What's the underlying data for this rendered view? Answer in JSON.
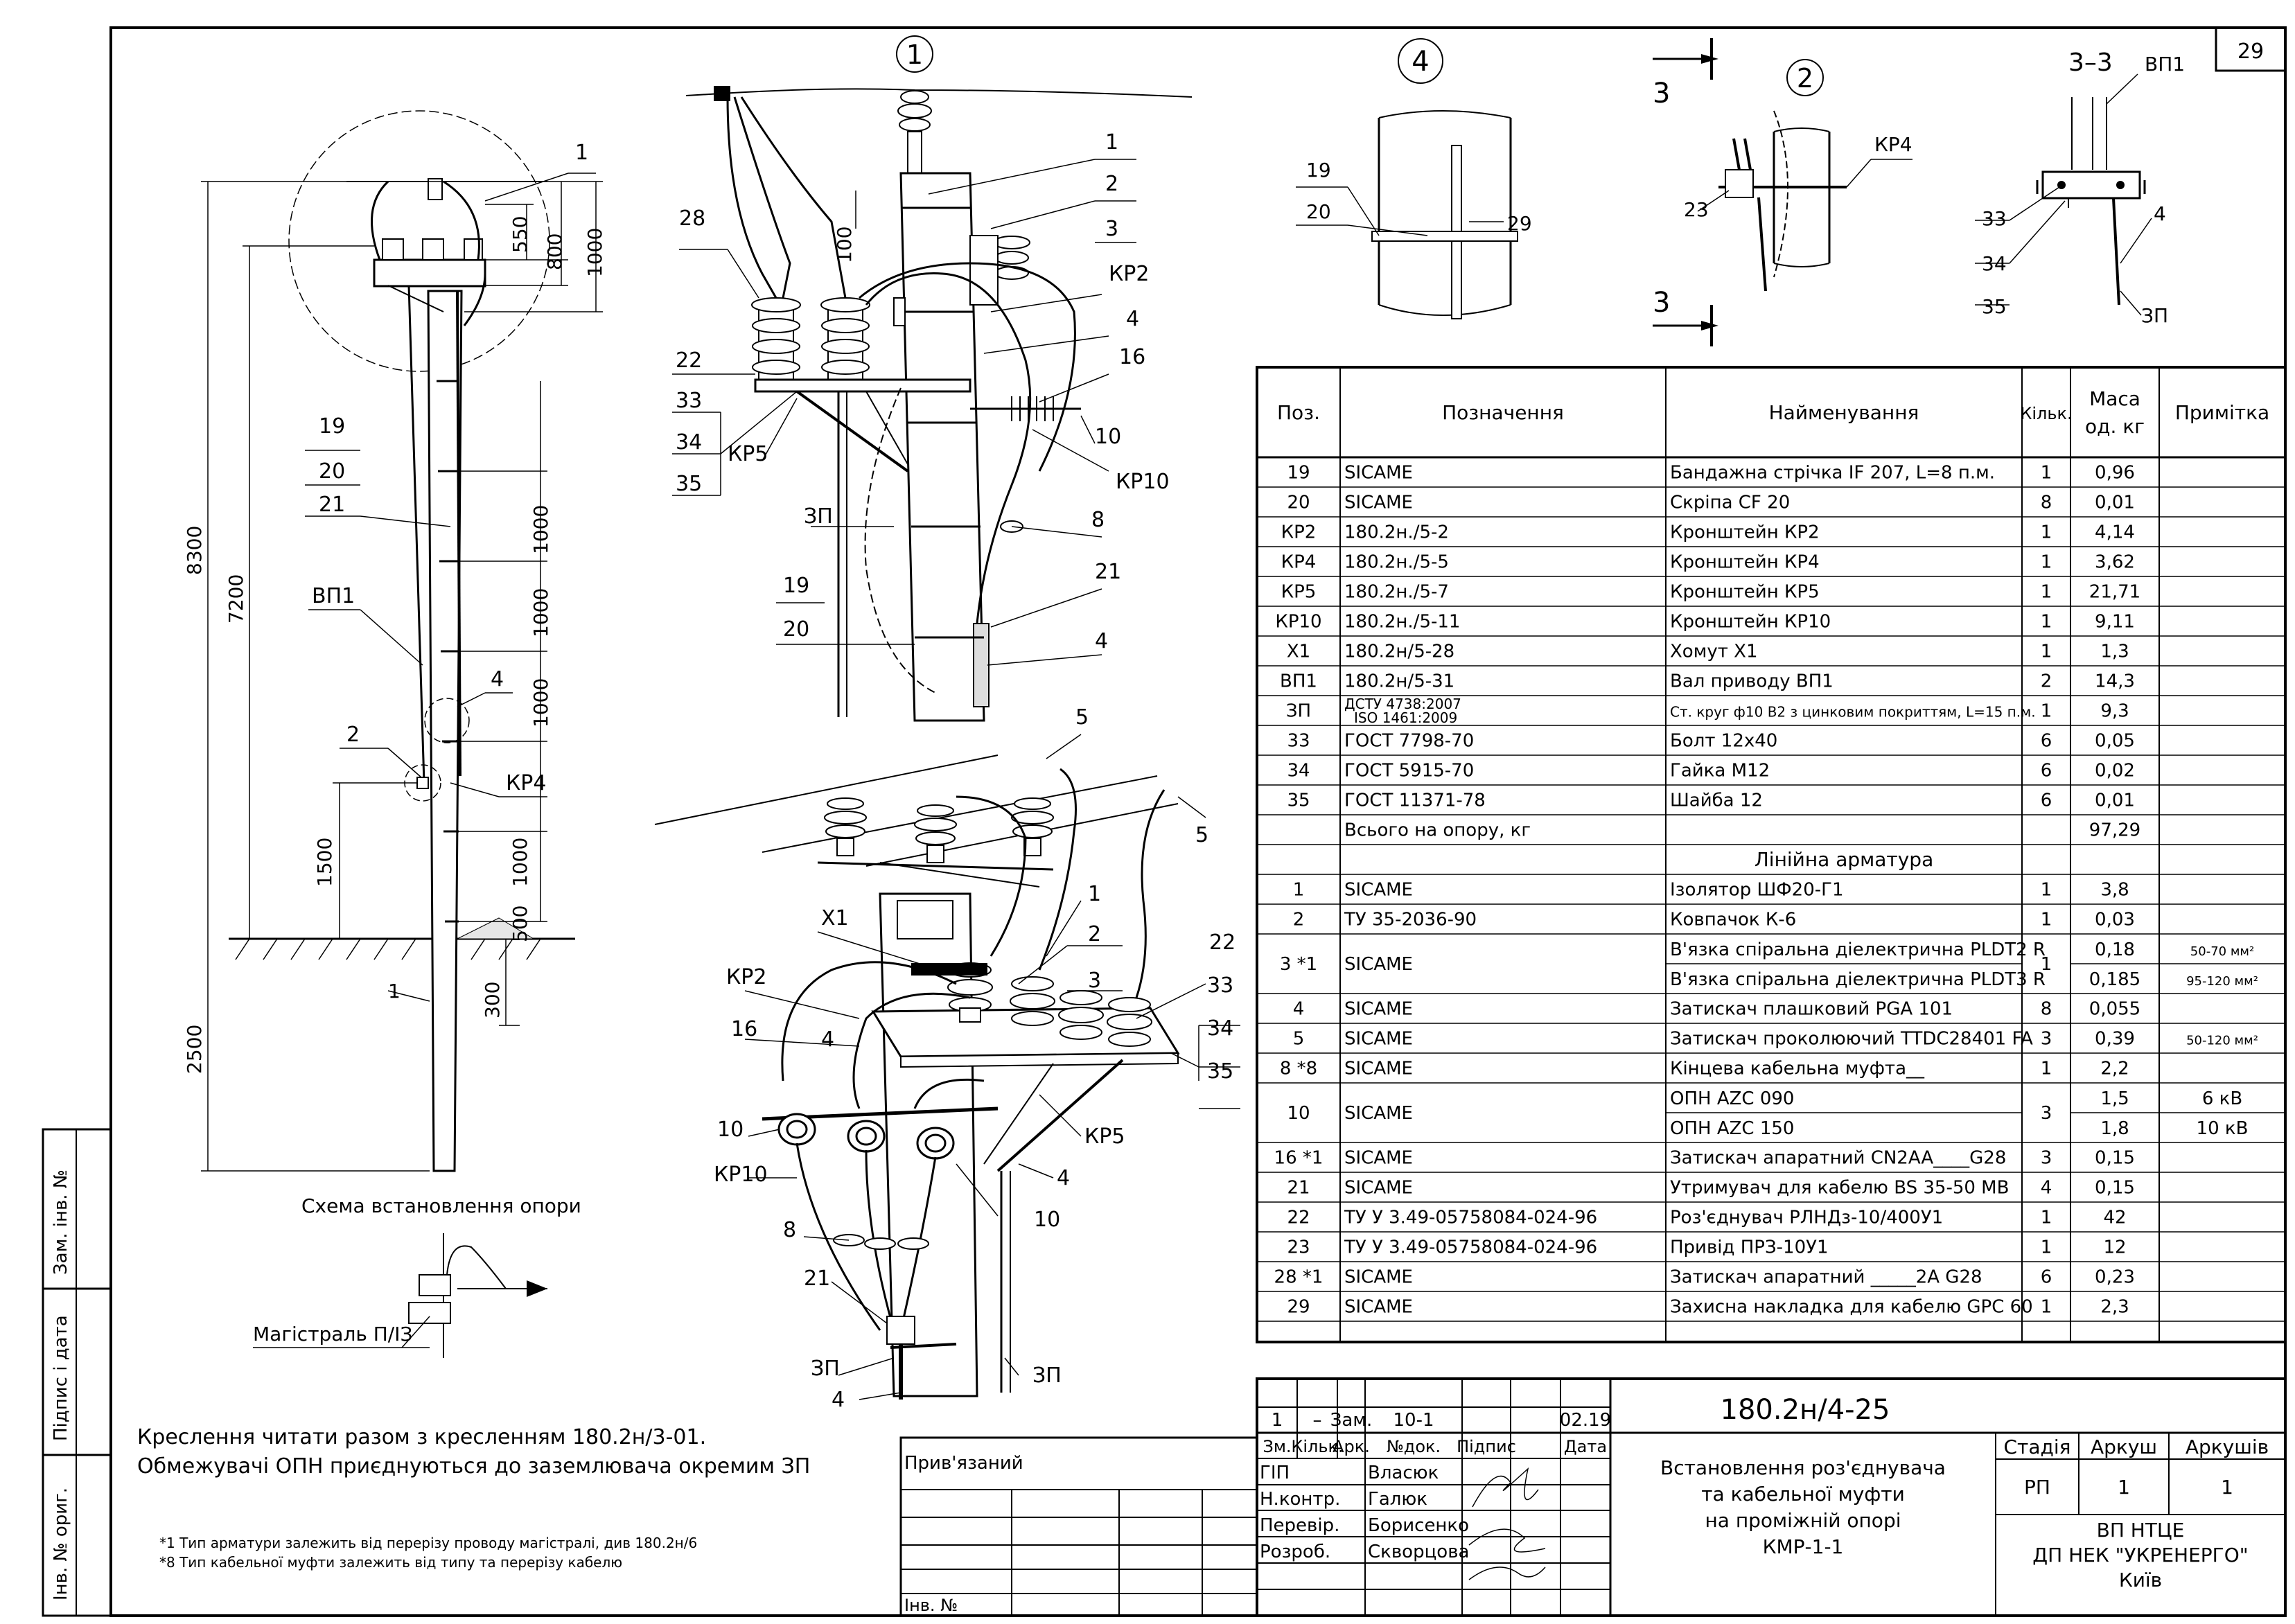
{
  "sheet_number": "29",
  "view_labels": {
    "v1": "1",
    "v2": "2",
    "v4": "4",
    "section": "3–3",
    "cut_mark": "3"
  },
  "scheme_caption": "Схема встановлення опори",
  "magistral_label": "Магістраль П/ІЗ",
  "left_dims": {
    "d8300": "8300",
    "d7200": "7200",
    "d2500": "2500",
    "d1500": "1500",
    "d1000a": "1000",
    "d1000b": "1000",
    "d1000c": "1000",
    "d1000d": "1000",
    "d550": "550",
    "d800": "800",
    "d1000top": "1000",
    "d500": "500",
    "d300": "300",
    "d1": "1",
    "d100": "100"
  },
  "left_labels": {
    "l1": "1",
    "l19": "19",
    "l20": "20",
    "l21": "21",
    "lvp1": "ВП1",
    "l4": "4",
    "l2": "2",
    "lkr4": "КР4"
  },
  "view1_labels": {
    "l1": "1",
    "l2": "2",
    "l3": "3",
    "l28": "28",
    "lkr2": "КР2",
    "l4a": "4",
    "l16": "16",
    "l22": "22",
    "l33": "33",
    "l34": "34",
    "l35": "35",
    "lkr5": "КР5",
    "l10": "10",
    "lkr10": "КР10",
    "lzp": "ЗП",
    "l8": "8",
    "l19": "19",
    "l20": "20",
    "l21": "21",
    "l4b": "4"
  },
  "iso_labels": {
    "l5a": "5",
    "l5b": "5",
    "lx1": "Х1",
    "l1": "1",
    "l2": "2",
    "l3": "3",
    "lkr2": "КР2",
    "l16": "16",
    "l4a": "4",
    "l4b": "4",
    "l22": "22",
    "l33": "33",
    "l34": "34",
    "l35": "35",
    "l10a": "10",
    "l10b": "10",
    "lkr10": "КР10",
    "lkr5": "КР5",
    "l8": "8",
    "l21": "21",
    "lzp1": "ЗП",
    "lzp2": "ЗП",
    "l4c": "4"
  },
  "detail_labels": {
    "l19": "19",
    "l20": "20",
    "l29": "29",
    "lkr4": "КР4",
    "l23": "23",
    "lvp1": "ВП1",
    "l33": "33",
    "l34": "34",
    "l35": "35",
    "l4": "4",
    "lzp": "ЗП"
  },
  "spec": {
    "headers": {
      "pos": "Поз.",
      "desig": "Позначення",
      "name": "Найменування",
      "qty": "Кільк.",
      "mass1": "Маса",
      "mass2": "од. кг",
      "note": "Примітка"
    },
    "rows": [
      {
        "pos": "19",
        "desig": "SICAME",
        "name": "Бандажна стрічка IF 207, L=8 п.м.",
        "qty": "1",
        "mass": "0,96",
        "note": ""
      },
      {
        "pos": "20",
        "desig": "SICAME",
        "name": "Скріпа CF 20",
        "qty": "8",
        "mass": "0,01",
        "note": ""
      },
      {
        "pos": "КР2",
        "desig": "180.2н./5-2",
        "name": "Кронштейн КР2",
        "qty": "1",
        "mass": "4,14",
        "note": ""
      },
      {
        "pos": "КР4",
        "desig": "180.2н./5-5",
        "name": "Кронштейн КР4",
        "qty": "1",
        "mass": "3,62",
        "note": ""
      },
      {
        "pos": "КР5",
        "desig": "180.2н./5-7",
        "name": "Кронштейн КР5",
        "qty": "1",
        "mass": "21,71",
        "note": ""
      },
      {
        "pos": "КР10",
        "desig": "180.2н./5-11",
        "name": "Кронштейн КР10",
        "qty": "1",
        "mass": "9,11",
        "note": ""
      },
      {
        "pos": "Х1",
        "desig": "180.2н/5-28",
        "name": "Хомут Х1",
        "qty": "1",
        "mass": "1,3",
        "note": ""
      },
      {
        "pos": "ВП1",
        "desig": "180.2н/5-31",
        "name": "Вал приводу ВП1",
        "qty": "2",
        "mass": "14,3",
        "note": ""
      },
      {
        "pos": "ЗП",
        "desig": "ДСТУ 4738:2007",
        "desig2": "ISO 1461:2009",
        "name": "Ст. круг ф10 В2 з цинковим покриттям, L=15 п.м.",
        "qty": "1",
        "mass": "9,3",
        "note": ""
      },
      {
        "pos": "33",
        "desig": "ГОСТ 7798-70",
        "name": "Болт 12х40",
        "qty": "6",
        "mass": "0,05",
        "note": ""
      },
      {
        "pos": "34",
        "desig": "ГОСТ 5915-70",
        "name": "Гайка М12",
        "qty": "6",
        "mass": "0,02",
        "note": ""
      },
      {
        "pos": "35",
        "desig": "ГОСТ 11371-78",
        "name": "Шайба 12",
        "qty": "6",
        "mass": "0,01",
        "note": ""
      },
      {
        "pos": "",
        "desig": "Всього на опору, кг",
        "name": "",
        "qty": "",
        "mass": "97,29",
        "note": ""
      },
      {
        "section": "Лінійна арматура"
      },
      {
        "pos": "1",
        "desig": "SICAME",
        "name": "Ізолятор ШФ20-Г1",
        "qty": "1",
        "mass": "3,8",
        "note": ""
      },
      {
        "pos": "2",
        "desig": "ТУ 35-2036-90",
        "name": "Ковпачок К-6",
        "qty": "1",
        "mass": "0,03",
        "note": ""
      },
      {
        "pos": "3 *1",
        "desig": "SICAME",
        "name": "В'язка спіральна діелектрична PLDT2 R",
        "name2": "В'язка спіральна діелектрична PLDT3 R",
        "qty": "1",
        "mass": "0,18",
        "mass2": "0,185",
        "note": "50-70 мм²",
        "note2": "95-120 мм²",
        "double": true
      },
      {
        "pos": "4",
        "desig": "SICAME",
        "name": "Затискач плашковий PGA 101",
        "qty": "8",
        "mass": "0,055",
        "note": ""
      },
      {
        "pos": "5",
        "desig": "SICAME",
        "name": "Затискач проколюючий TTDC28401 FA",
        "qty": "3",
        "mass": "0,39",
        "note": "50-120 мм²"
      },
      {
        "pos": "8 *8",
        "desig": "SICAME",
        "name": "Кінцева кабельна муфта__",
        "qty": "1",
        "mass": "2,2",
        "note": ""
      },
      {
        "pos": "10",
        "desig": "SICAME",
        "name": "ОПН AZC 090",
        "name2": "ОПН AZC 150",
        "qty": "3",
        "mass": "1,5",
        "mass2": "1,8",
        "note": "6 кВ",
        "note2": "10 кВ",
        "double": true
      },
      {
        "pos": "16 *1",
        "desig": "SICAME",
        "name": "Затискач апаратний CN2AA____G28",
        "qty": "3",
        "mass": "0,15",
        "note": ""
      },
      {
        "pos": "21",
        "desig": "SICAME",
        "name": "Утримувач для кабелю BS 35-50 MB",
        "qty": "4",
        "mass": "0,15",
        "note": ""
      },
      {
        "pos": "22",
        "desig": "ТУ У 3.49-05758084-024-96",
        "name": "Роз'єднувач РЛНДз-10/400У1",
        "qty": "1",
        "mass": "42",
        "note": ""
      },
      {
        "pos": "23",
        "desig": "ТУ У 3.49-05758084-024-96",
        "name": "Привід ПРЗ-10У1",
        "qty": "1",
        "mass": "12",
        "note": ""
      },
      {
        "pos": "28 *1",
        "desig": "SICAME",
        "name": "Затискач апаратний _____2A G28",
        "qty": "6",
        "mass": "0,23",
        "note": ""
      },
      {
        "pos": "29",
        "desig": "SICAME",
        "name": "Захисна накладка для кабелю GPC 60",
        "qty": "1",
        "mass": "2,3",
        "note": ""
      }
    ]
  },
  "title_block": {
    "code": "180.2н/4-25",
    "change_row": {
      "zm": "1",
      "kilk": "–",
      "ark": "Зам.",
      "ndok": "10-1",
      "pidpys": "",
      "data": "02.19"
    },
    "col_headers": {
      "zm": "Зм.",
      "kilk": "Кільк.",
      "ark": "Арк.",
      "ndok": "№док.",
      "pidpys": "Підпис",
      "data": "Дата"
    },
    "staff": [
      {
        "role": "ГІП",
        "name": "Власюк"
      },
      {
        "role": "Н.контр.",
        "name": "Галюк"
      },
      {
        "role": "Перевір.",
        "name": "Борисенко"
      },
      {
        "role": "Розроб.",
        "name": "Скворцова"
      }
    ],
    "title_lines": [
      "Встановлення роз'єднувача",
      "та кабельної муфти",
      "на проміжній опорі",
      "КМР-1-1"
    ],
    "stage_headers": {
      "stage": "Стадія",
      "sheet": "Аркуш",
      "sheets": "Аркушів"
    },
    "stage_values": {
      "stage": "РП",
      "sheet": "1",
      "sheets": "1"
    },
    "org": [
      "ВП НТЦЕ",
      "ДП НЕК \"УКРЕНЕРГО\"",
      "Київ"
    ]
  },
  "notes": [
    "Креслення читати разом з кресленням 180.2н/3-01.",
    "Обмежувачі ОПН приєднуються до заземлювача окремим ЗП"
  ],
  "footnotes": [
    "*1 Тип арматури залежить від перерізу проводу магістралі, див 180.2н/6",
    "*8 Тип кабельної муфти залежить від типу та перерізу кабелю"
  ],
  "pryvyazanyi": "Прив'язаний",
  "inv_no": "Інв. №",
  "side_stamp": [
    "Інв. № ориг.",
    "Підпис і дата",
    "Зам. інв. №"
  ]
}
